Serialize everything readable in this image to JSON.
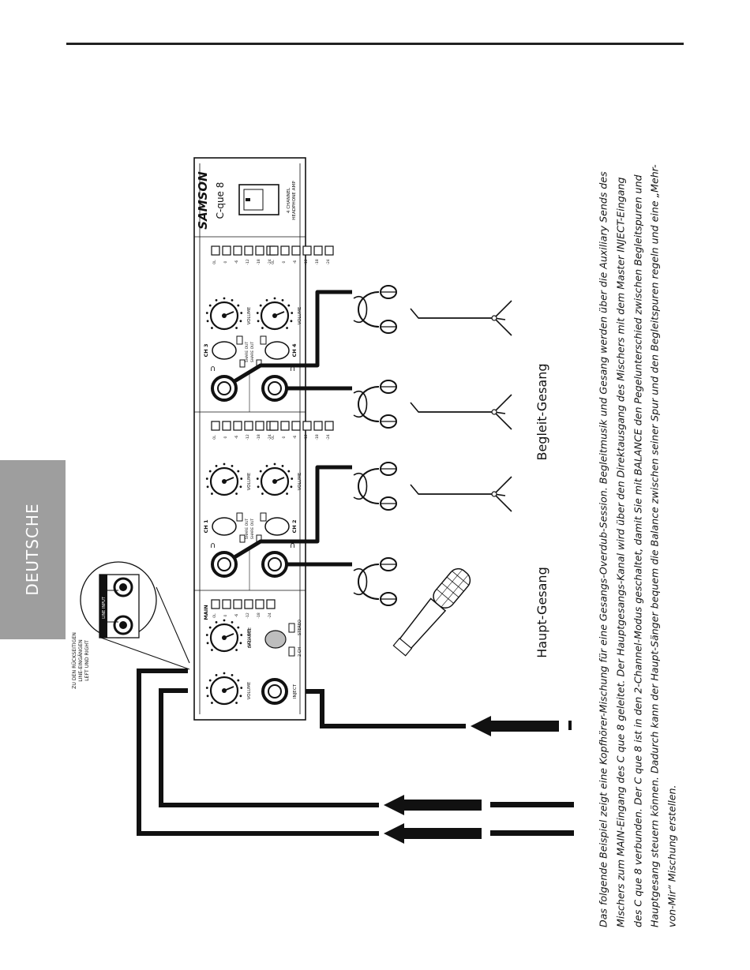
{
  "sidebar": {
    "language_tab": "DEUTSCHE"
  },
  "device": {
    "brand": "SAMSON",
    "model": "C-que 8",
    "subtitle_line1": "4 CHANNEL",
    "subtitle_line2": "HEADPHONE AMP",
    "main_label": "MAIN",
    "balance_label": "BALANCE",
    "volume_label": "VOLUME",
    "inject_label": "INJECT",
    "ch_labels": [
      "CH 1",
      "CH 2",
      "CH 3",
      "CH 4"
    ],
    "share_out_label": "SHARE OUT",
    "mode_2ch": "2 CH",
    "mode_stereo": "STEREO",
    "line_input_label": "LINE INPUT",
    "meter_scale": [
      "0L",
      "0",
      "-6",
      "-12",
      "-18",
      "-24"
    ]
  },
  "callout": {
    "line1": "ZU DEN RÜCKSEITIGEN",
    "line2": "LINE-EINGÄNGEN",
    "line3": "LEFT UND RIGHT"
  },
  "labels": {
    "lead_vocal": "Haupt-Gesang",
    "backing_vocal": "Begleit-Gesang"
  },
  "caption_text": "Das folgende Beispiel zeigt eine Kopfhörer-Mischung für eine Gesangs-Overdub-Session. Begleitmusik und Gesang werden über die Auxiliary Sends des Mischers zum MAIN-Eingang des C que 8 geleitet. Der Hauptgesangs-Kanal wird über den Direktausgang des Mischers mit dem Master INJECT-Eingang des C que 8 verbunden. Der C que 8 ist in den 2-Channel-Modus geschaltet, damit Sie mit BALANCE den Pegelunterschied zwischen Begleitspuren und Hauptgesang steuern können. Dadurch kann der Haupt-Sänger bequem die Balance zwischen seiner Spur und den Begleitspuren regeln und eine „Mehr-von-Mir“ Mischung erstellen."
}
